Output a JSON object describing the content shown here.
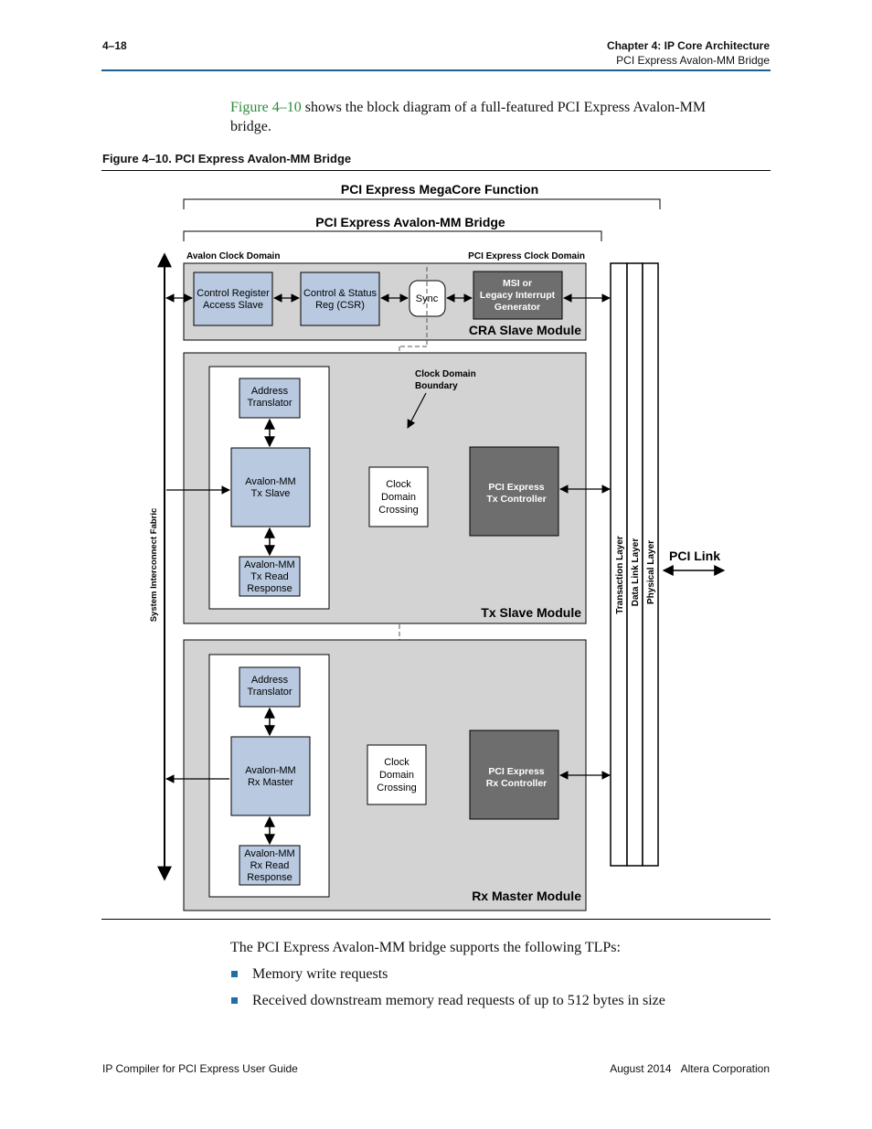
{
  "header": {
    "page_number": "4–18",
    "chapter": "Chapter 4:  IP Core Architecture",
    "section": "PCI Express Avalon-MM Bridge"
  },
  "intro": {
    "link_text": "Figure 4–10",
    "text": " shows the block diagram of a full-featured PCI Express Avalon-MM bridge."
  },
  "figure": {
    "caption": "Figure 4–10.  PCI Express Avalon-MM Bridge",
    "megacore_label": "PCI Express MegaCore Function",
    "bridge_label": "PCI Express Avalon-MM Bridge",
    "avalon_clock_domain": "Avalon Clock Domain",
    "pcie_clock_domain": "PCI Express Clock Domain",
    "system_fabric": "System Interconnect Fabric",
    "cra_module": {
      "title": "CRA Slave Module",
      "control_register_line1": "Control Register",
      "control_register_line2": "Access Slave",
      "csr_line1": "Control & Status",
      "csr_line2": "Reg (CSR)",
      "sync": "Sync",
      "msi_line1": "MSI or",
      "msi_line2": "Legacy Interrupt",
      "msi_line3": "Generator"
    },
    "clock_domain_boundary_line1": "Clock Domain",
    "clock_domain_boundary_line2": "Boundary",
    "tx_module": {
      "title": "Tx Slave Module",
      "addr_line1": "Address",
      "addr_line2": "Translator",
      "slave_line1": "Avalon-MM",
      "slave_line2": "Tx Slave",
      "resp_line1": "Avalon-MM",
      "resp_line2": "Tx Read",
      "resp_line3": "Response",
      "cdc_line1": "Clock",
      "cdc_line2": "Domain",
      "cdc_line3": "Crossing",
      "ctrl_line1": "PCI Express",
      "ctrl_line2": "Tx Controller"
    },
    "rx_module": {
      "title": "Rx Master Module",
      "addr_line1": "Address",
      "addr_line2": "Translator",
      "master_line1": "Avalon-MM",
      "master_line2": "Rx Master",
      "resp_line1": "Avalon-MM",
      "resp_line2": "Rx Read",
      "resp_line3": "Response",
      "cdc_line1": "Clock",
      "cdc_line2": "Domain",
      "cdc_line3": "Crossing",
      "ctrl_line1": "PCI Express",
      "ctrl_line2": "Rx Controller"
    },
    "layers": {
      "transaction": "Transaction Layer",
      "data_link": "Data Link Layer",
      "physical": "Physical Layer"
    },
    "pci_link": "PCI Link"
  },
  "body": {
    "tlp_intro": "The PCI Express Avalon-MM bridge supports the following TLPs:",
    "bullets": [
      "Memory write requests",
      "Received downstream memory read requests of up to 512 bytes in size"
    ]
  },
  "footer": {
    "guide_title": "IP Compiler for PCI Express User Guide",
    "date": "August 2014",
    "company": "Altera Corporation"
  },
  "colors": {
    "accent_rule": "#1d5f8a",
    "module_bg": "#d3d3d3",
    "light_block": "#b8c9e0",
    "dark_block": "#6e6e6e",
    "link_green": "#2e8b3a",
    "bullet_blue": "#1d6fa5"
  }
}
